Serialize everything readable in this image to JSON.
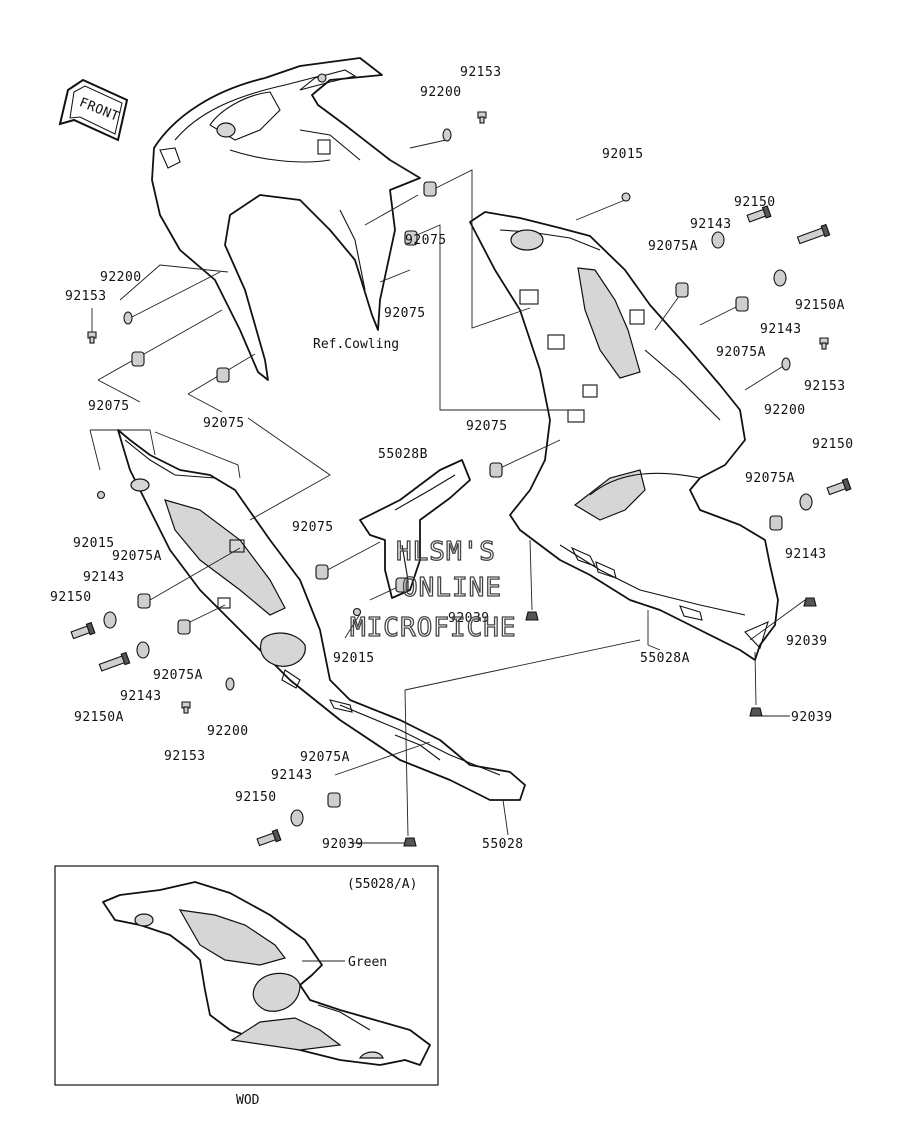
{
  "front_badge": "FRONT",
  "reference_note": "Ref.Cowling",
  "watermark": [
    "HLSM'S",
    "ONLINE",
    "MICROFICHE"
  ],
  "callouts": {
    "c01": "92153",
    "c02": "92200",
    "c03": "92015",
    "c04": "92150",
    "c05": "92143",
    "c06": "92075A",
    "c07": "92075",
    "c08": "92075",
    "c09": "92200",
    "c10": "92153",
    "c11": "92150A",
    "c12": "92143",
    "c13": "92075A",
    "c14": "92153",
    "c15": "92200",
    "c16": "92075",
    "c17": "92075",
    "c18": "92150",
    "c19": "55028B",
    "c20": "92075",
    "c21": "92075A",
    "c22": "92015",
    "c23": "92075A",
    "c24": "92143",
    "c25": "92075",
    "c26": "92143",
    "c27": "92150",
    "c28": "92015",
    "c29": "92039",
    "c30": "92039",
    "c31": "55028A",
    "c32": "92075A",
    "c33": "92143",
    "c34": "92150A",
    "c35": "92200",
    "c36": "92153",
    "c37": "92039",
    "c38": "92075A",
    "c39": "92143",
    "c40": "92150",
    "c41": "92039",
    "c42": "55028"
  },
  "inset": {
    "part_ref": "(55028/A)",
    "color_note": "Green",
    "caption": "WOD"
  }
}
